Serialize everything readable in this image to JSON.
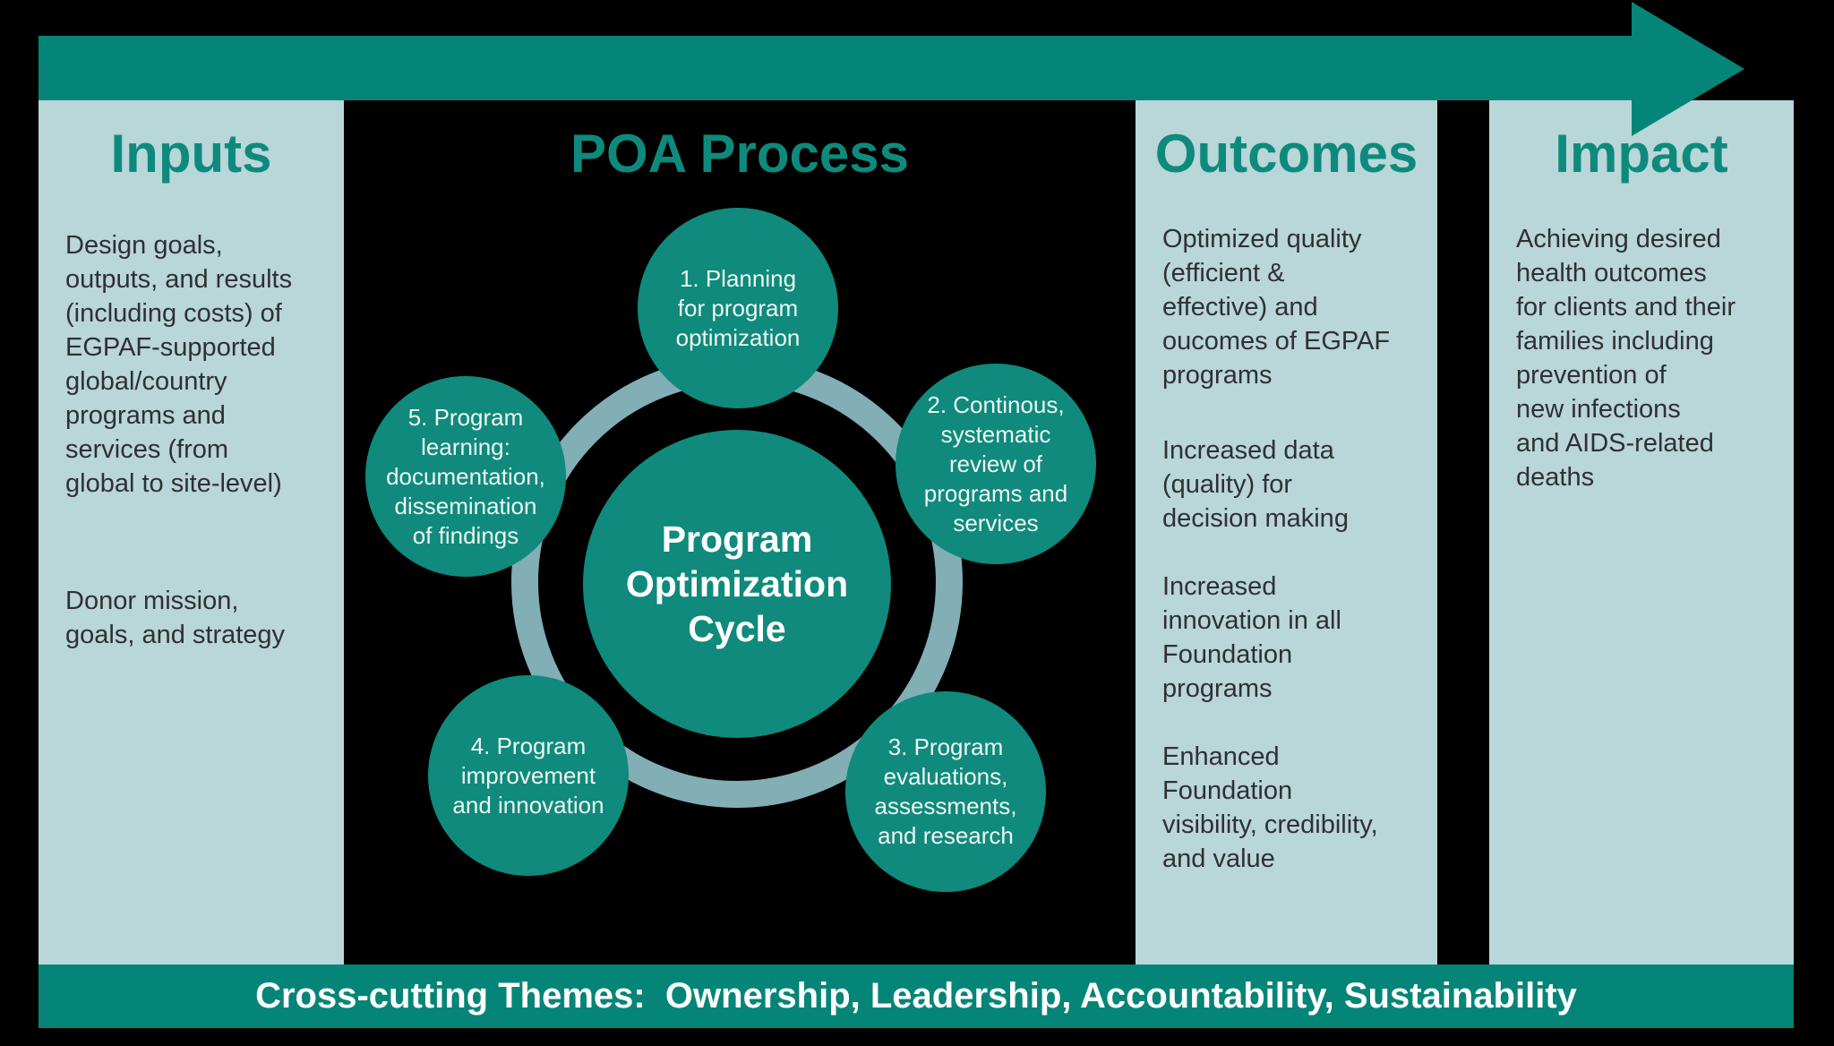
{
  "colors": {
    "background": "#000000",
    "arrow_banner_teal": "#048577",
    "heading_teal": "#0E8A7D",
    "circle_teal": "#0F8A7C",
    "panel_light": "#B9D6D9",
    "ring_gray_teal": "#82AEB6",
    "body_text": "#2F3033"
  },
  "columns": {
    "inputs": {
      "title": "Inputs",
      "paragraphs": [
        "Design goals,\noutputs, and results\n(including costs) of\nEGPAF-supported\nglobal/country\nprograms and\nservices (from\nglobal to site-level)",
        "Donor mission,\ngoals, and strategy"
      ]
    },
    "process": {
      "title": "POA Process",
      "center_label": "Program\nOptimization\nCycle",
      "steps": [
        "1. Planning\nfor program\noptimization",
        "2. Continous,\nsystematic\nreview of\nprograms and\nservices",
        "3. Program\nevaluations,\nassessments,\nand research",
        "4. Program\nimprovement\nand innovation",
        "5. Program\nlearning:\ndocumentation,\ndissemination\nof findings"
      ]
    },
    "outcomes": {
      "title": "Outcomes",
      "paragraphs": [
        "Optimized quality\n(efficient &\neffective) and\noucomes of EGPAF\nprograms",
        "Increased data\n(quality) for\ndecision making",
        "Increased\ninnovation in all\nFoundation\nprograms",
        "Enhanced\nFoundation\nvisibility, credibility,\nand value"
      ]
    },
    "impact": {
      "title": "Impact",
      "paragraphs": [
        "Achieving desired\nhealth outcomes\nfor clients and their\nfamilies including\nprevention of\nnew infections\nand AIDS-related\ndeaths"
      ]
    }
  },
  "footer": {
    "banner_text": "Cross-cutting Themes:  Ownership, Leadership, Accountability, Sustainability"
  }
}
